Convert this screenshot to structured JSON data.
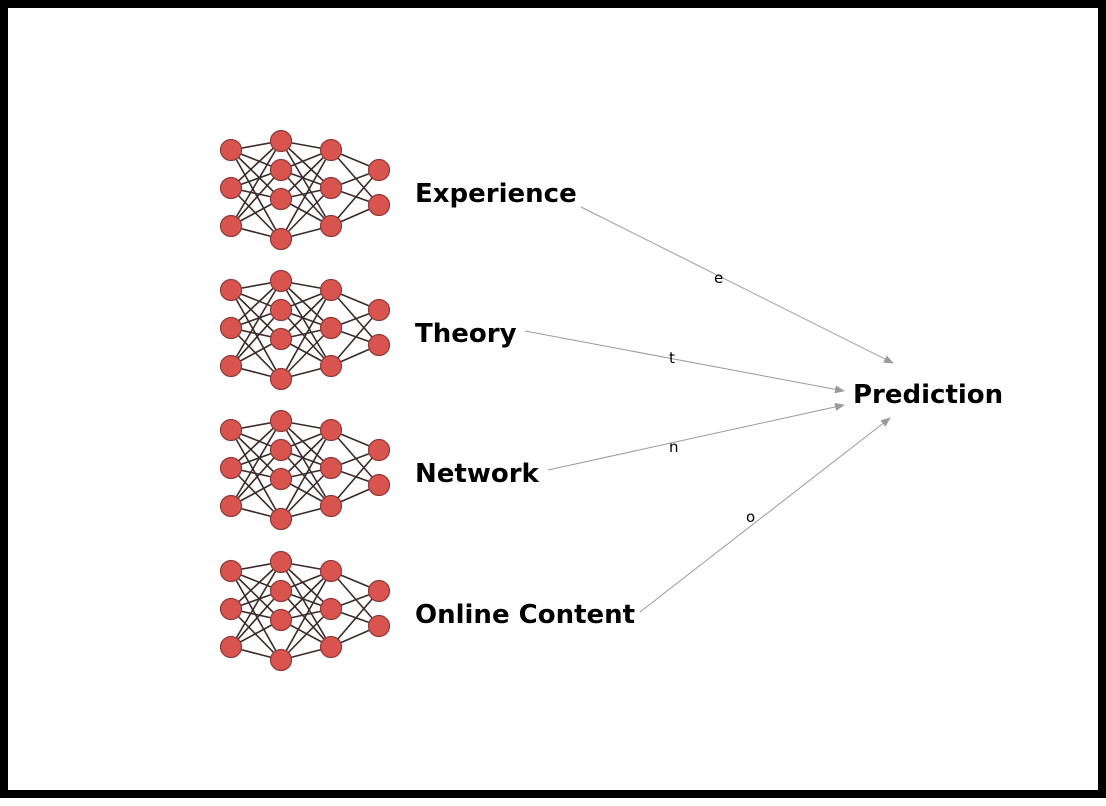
{
  "diagram": {
    "inputs": [
      {
        "id": "experience",
        "label": "Experience",
        "edge_label": "e"
      },
      {
        "id": "theory",
        "label": "Theory",
        "edge_label": "t"
      },
      {
        "id": "network",
        "label": "Network",
        "edge_label": "n"
      },
      {
        "id": "online-content",
        "label": "Online Content",
        "edge_label": "o"
      }
    ],
    "output": {
      "label": "Prediction"
    },
    "network_icon": {
      "layer_sizes": [
        3,
        4,
        3,
        2
      ],
      "node_color": "#d9534f",
      "link_color": "#3a2a2a"
    },
    "arrow_color": "#9a9a9a"
  }
}
